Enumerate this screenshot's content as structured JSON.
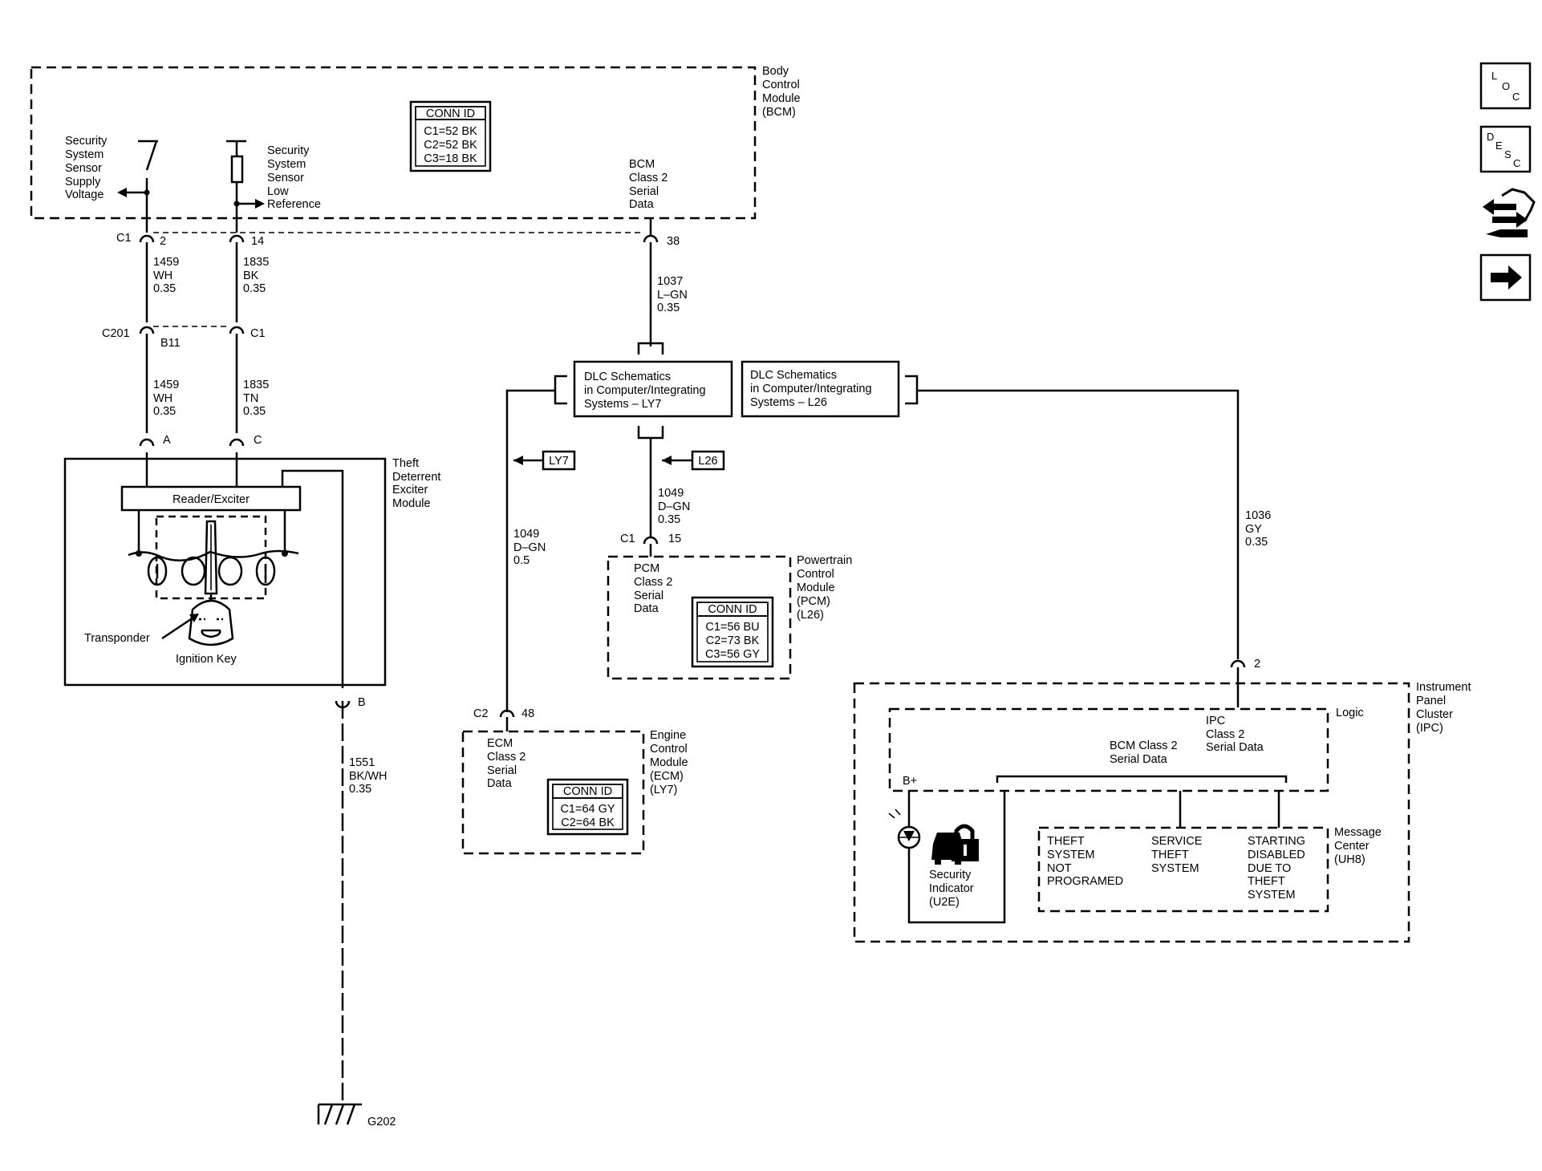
{
  "bcm": {
    "title": [
      "Body",
      "Control",
      "Module",
      "(BCM)"
    ],
    "conn_id": {
      "header": "CONN ID",
      "rows": [
        "C1=52 BK",
        "C2=52 BK",
        "C3=18 BK"
      ]
    },
    "supply_label": [
      "Security",
      "System",
      "Sensor",
      "Supply",
      "Voltage"
    ],
    "lowref_label": [
      "Security",
      "System",
      "Sensor",
      "Low",
      "Reference"
    ],
    "class2_label": [
      "BCM",
      "Class 2",
      "Serial",
      "Data"
    ]
  },
  "connectors": {
    "c1": "C1",
    "c1_pin_supply": "2",
    "c1_pin_lowref": "14",
    "bcm_pin": "38",
    "c201": "C201",
    "c201_pin_b11": "B11",
    "c201_c1": "C1",
    "tdm_pin_a": "A",
    "tdm_pin_c": "C",
    "tdm_pin_b": "B",
    "pcm_conn": "C1",
    "pcm_pin": "15",
    "ecm_conn": "C2",
    "ecm_pin": "48",
    "ipc_pin": "2"
  },
  "wires": {
    "w1459_top": [
      "1459",
      "WH",
      "0.35"
    ],
    "w1835_top": [
      "1835",
      "BK",
      "0.35"
    ],
    "w1459_bot": [
      "1459",
      "WH",
      "0.35"
    ],
    "w1835_bot": [
      "1835",
      "TN",
      "0.35"
    ],
    "w1037": [
      "1037",
      "L–GN",
      "0.35"
    ],
    "w1049_pcm": [
      "1049",
      "D–GN",
      "0.35"
    ],
    "w1049_ecm": [
      "1049",
      "D–GN",
      "0.5"
    ],
    "w1036": [
      "1036",
      "GY",
      "0.35"
    ],
    "w1551": [
      "1551",
      "BK/WH",
      "0.35"
    ]
  },
  "dlc": {
    "ly7": [
      "DLC Schematics",
      "in Computer/Integrating",
      "Systems – LY7"
    ],
    "l26": [
      "DLC Schematics",
      "in Computer/Integrating",
      "Systems – L26"
    ],
    "tag_ly7": "LY7",
    "tag_l26": "L26"
  },
  "tdm": {
    "title": [
      "Theft",
      "Deterrent",
      "Exciter",
      "Module"
    ],
    "reader": "Reader/Exciter",
    "transponder": "Transponder",
    "ignition_key": "Ignition Key"
  },
  "pcm": {
    "title": [
      "Powertrain",
      "Control",
      "Module",
      "(PCM)",
      "(L26)"
    ],
    "class2_label": [
      "PCM",
      "Class 2",
      "Serial",
      "Data"
    ],
    "conn_id": {
      "header": "CONN ID",
      "rows": [
        "C1=56 BU",
        "C2=73 BK",
        "C3=56 GY"
      ]
    }
  },
  "ecm": {
    "title": [
      "Engine",
      "Control",
      "Module",
      "(ECM)",
      "(LY7)"
    ],
    "class2_label": [
      "ECM",
      "Class 2",
      "Serial",
      "Data"
    ],
    "conn_id": {
      "header": "CONN ID",
      "rows": [
        "C1=64 GY",
        "C2=64 BK"
      ]
    }
  },
  "ipc": {
    "title": [
      "Instrument",
      "Panel",
      "Cluster",
      "(IPC)"
    ],
    "logic": "Logic",
    "ipc_class2": [
      "IPC",
      "Class 2",
      "Serial Data"
    ],
    "bcm_class2": [
      "BCM Class 2",
      "Serial Data"
    ],
    "bplus": "B+",
    "security_indicator": [
      "Security",
      "Indicator",
      "(U2E)"
    ],
    "message_center": [
      "Message",
      "Center",
      "(UH8)"
    ],
    "msg1": [
      "THEFT",
      "SYSTEM",
      "NOT",
      "PROGRAMED"
    ],
    "msg2": [
      "SERVICE",
      "THEFT",
      "SYSTEM"
    ],
    "msg3": [
      "STARTING",
      "DISABLED",
      "DUE TO",
      "THEFT",
      "SYSTEM"
    ]
  },
  "ground": {
    "label": "G202"
  },
  "nav": {
    "loc": [
      "L",
      "O",
      "C"
    ],
    "desc": [
      "D",
      "E",
      "S",
      "C"
    ],
    "icons": [
      "connector-icon",
      "next-arrow-icon"
    ]
  }
}
